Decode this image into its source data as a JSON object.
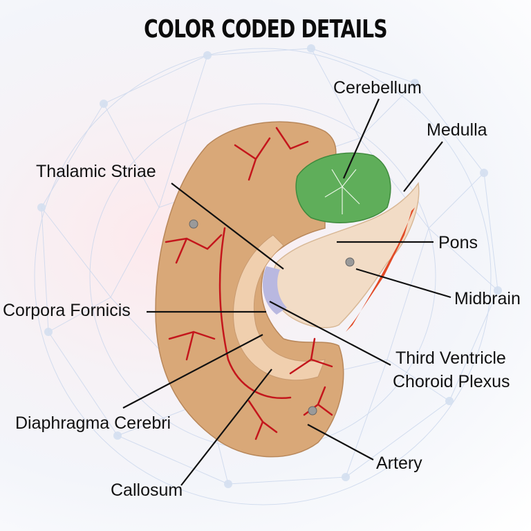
{
  "title": "COLOR CODED DETAILS",
  "labels": {
    "cerebellum": "Cerebellum",
    "medulla": "Medulla",
    "thalamic_striae": "Thalamic Striae",
    "pons": "Pons",
    "midbrain": "Midbrain",
    "corpora_fornicis": "Corpora Fornicis",
    "third_ventricle_1": "Third Ventricle",
    "third_ventricle_2": "Choroid Plexus",
    "diaphragma_cerebri": "Diaphragma Cerebri",
    "artery": "Artery",
    "callosum": "Callosum"
  },
  "colors": {
    "brain_tan": "#d9a878",
    "artery_red": "#c4161c",
    "cerebellum_green": "#5fae5a",
    "brainstem_cream": "#f2dcc6",
    "ventricle_lavender": "#b9b8e0"
  }
}
